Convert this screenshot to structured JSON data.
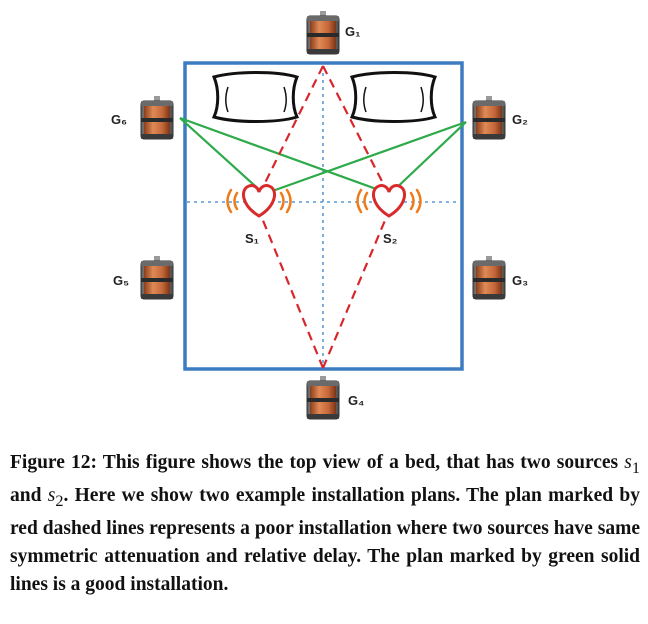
{
  "figure": {
    "sensors": [
      {
        "id": "g1",
        "label": "G₁"
      },
      {
        "id": "g2",
        "label": "G₂"
      },
      {
        "id": "g3",
        "label": "G₃"
      },
      {
        "id": "g4",
        "label": "G₄"
      },
      {
        "id": "g5",
        "label": "G₅"
      },
      {
        "id": "g6",
        "label": "G₆"
      }
    ],
    "sources": [
      {
        "id": "s1",
        "label": "S₁"
      },
      {
        "id": "s2",
        "label": "S₂"
      }
    ],
    "colors": {
      "bed_frame": "#3d7cc0",
      "centerline": "#5a9bd5",
      "poor_plan": "#d9262b",
      "good_plan": "#2eaa4a",
      "heart": "#d92b2b",
      "waves": "#ee7a1a",
      "sensor_body": "#8a8a8a",
      "sensor_copper": "#c6683a"
    }
  },
  "caption": {
    "lead": "Figure 12:  This figure shows the top view of a bed, that has two sources ",
    "s1": "s",
    "s1_sub": "1",
    "mid1": " and ",
    "s2": "s",
    "s2_sub": "2",
    "rest": ".  Here we show two example installation plans. The plan marked by red dashed lines represents a poor installation where two sources have same symmetric attenuation and relative delay.  The plan marked by green solid lines is a good installation."
  }
}
